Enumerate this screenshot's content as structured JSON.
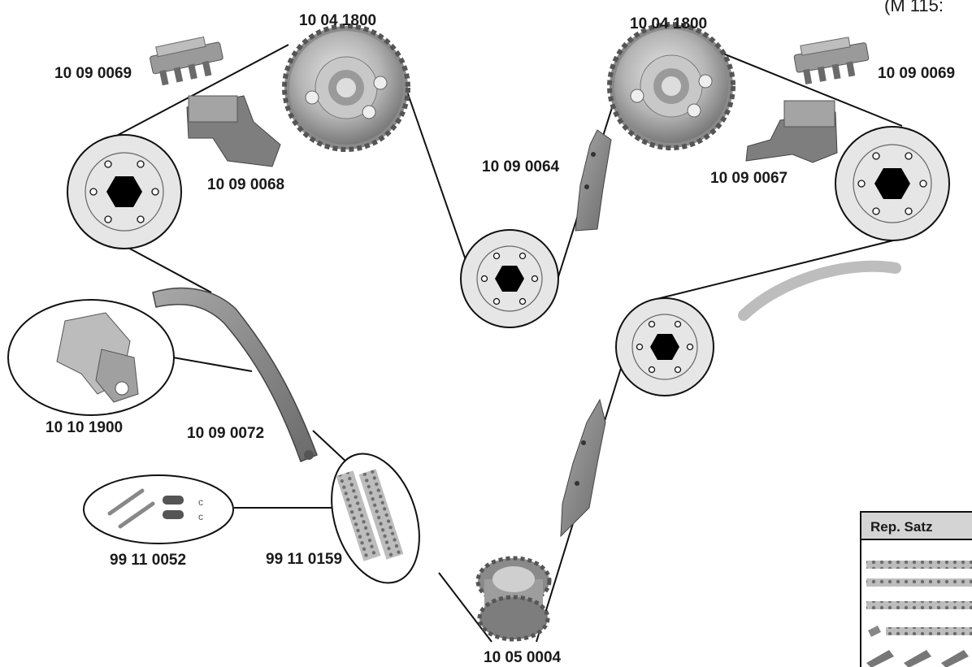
{
  "corner_text": "(M 115:",
  "labels": {
    "sprocket_left": "10 04 1800",
    "sprocket_right": "10 04 1800",
    "guide_tl_top": "10 09 0069",
    "guide_tr_top": "10 09 0069",
    "tensioner_rail_left": "10 09 0068",
    "tensioner_rail_right": "10 09 0067",
    "center_guide": "10 09 0064",
    "chain_tensioner": "10 10 1900",
    "long_rail": "10 09 0072",
    "link_kit": "99 11 0052",
    "chain_links": "99 11 0159",
    "crank_sprocket": "10 05 0004"
  },
  "repair_kit": {
    "header": "Rep. Satz"
  },
  "colors": {
    "line": "#111111",
    "pulley_fill": "#e6e6e6",
    "hex": "#000000",
    "rail": "#8c8c8c",
    "sprocket": "#a9a9a9"
  }
}
